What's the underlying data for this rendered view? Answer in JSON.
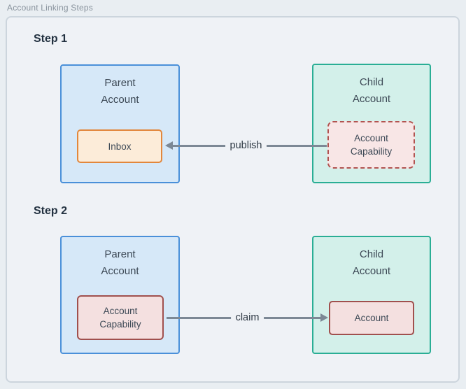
{
  "page": {
    "label": "Account Linking Steps"
  },
  "colors": {
    "page_background": "#e9eef2",
    "frame_background": "#eff2f6",
    "frame_border": "#ccd5dd",
    "parent_fill": "#d6e8f8",
    "parent_border": "#4a90d9",
    "child_fill": "#d3f0ea",
    "child_border": "#2aae95",
    "inbox_fill": "#fcecd9",
    "inbox_border": "#e2873c",
    "capability_fill": "#f6e2e2",
    "capability_border": "#a0504e",
    "arrow": "#7c8895",
    "step_text": "#223140",
    "node_text": "#3d4956"
  },
  "steps": [
    {
      "label": "Step 1",
      "parent": {
        "title": "Parent\nAccount",
        "inner": "Inbox"
      },
      "child": {
        "title": "Child\nAccount",
        "inner": "Account\nCapability"
      },
      "arrow": {
        "label": "publish",
        "direction": "left"
      }
    },
    {
      "label": "Step 2",
      "parent": {
        "title": "Parent\nAccount",
        "inner": "Account\nCapability"
      },
      "child": {
        "title": "Child\nAccount",
        "inner": "Account"
      },
      "arrow": {
        "label": "claim",
        "direction": "right"
      }
    }
  ]
}
